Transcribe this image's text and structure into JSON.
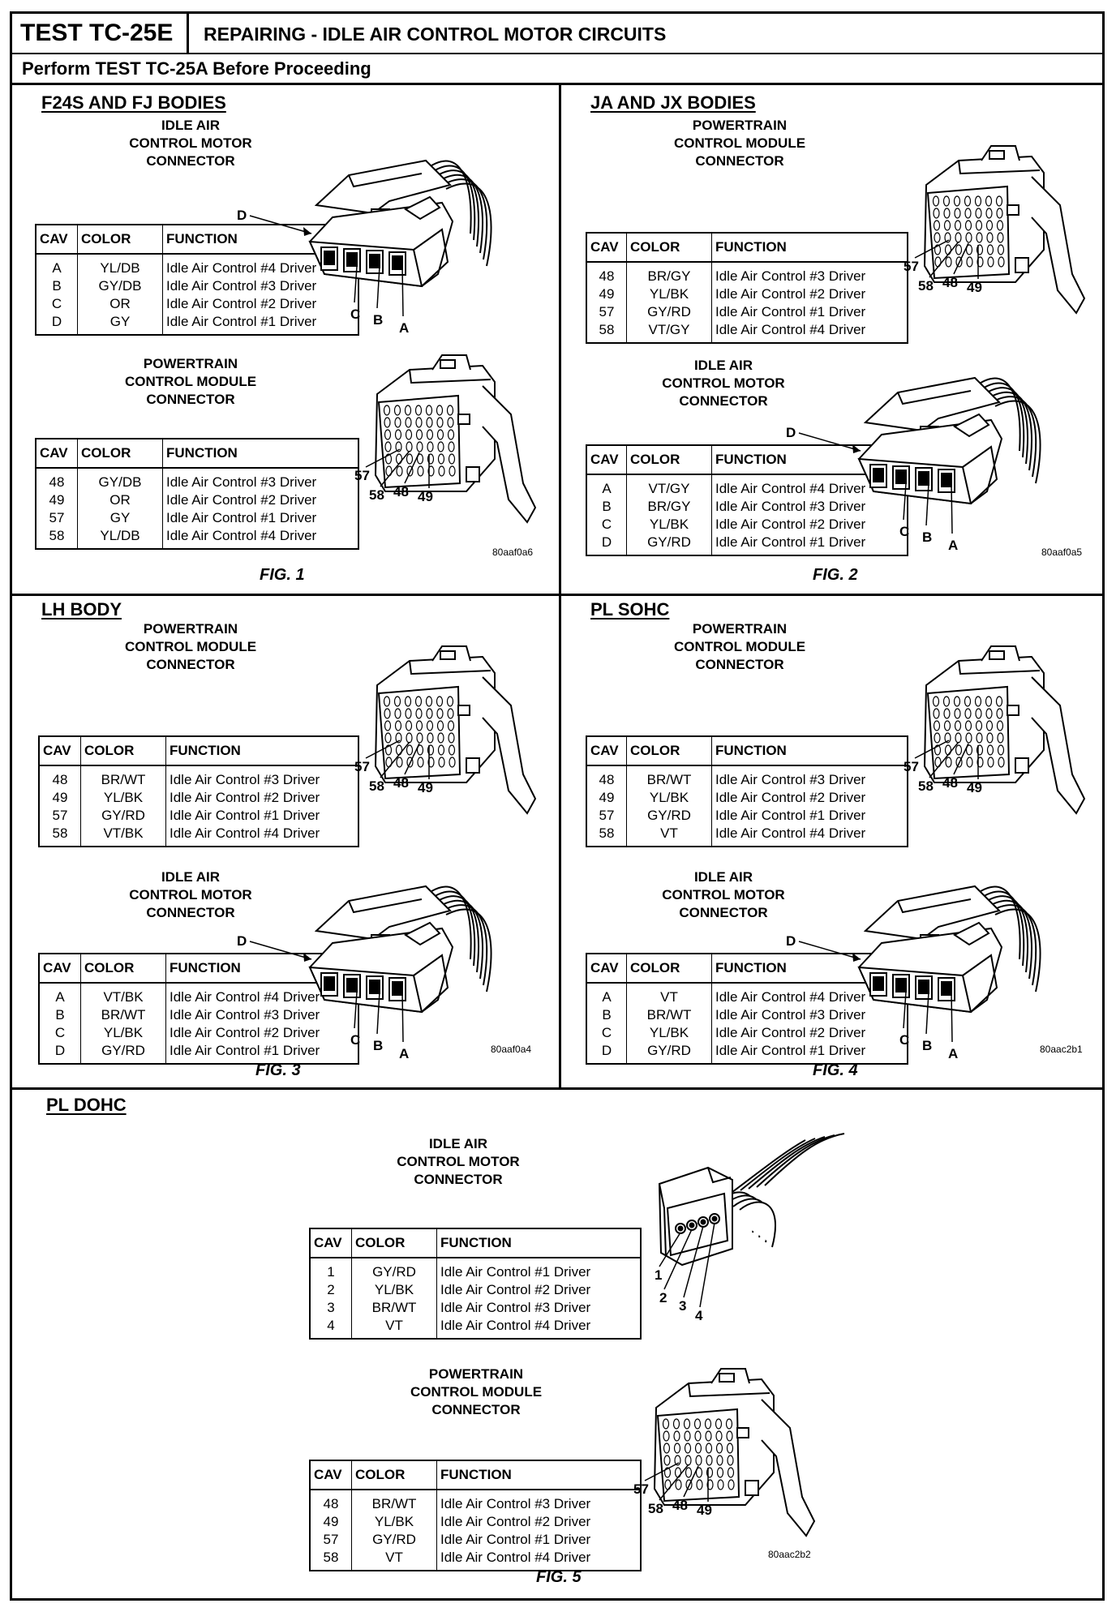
{
  "header": {
    "test_id": "TEST TC-25E",
    "title": "REPAIRING - IDLE AIR CONTROL MOTOR CIRCUITS",
    "subtitle": "Perform TEST TC-25A Before Proceeding"
  },
  "panels": [
    {
      "title": "F24S AND FJ BODIES",
      "fig": "FIG. 1",
      "code": "80aaf0a6",
      "connectors": [
        {
          "label": "IDLE AIR\nCONTROL MOTOR\nCONNECTOR",
          "headers": [
            "CAV",
            "COLOR",
            "FUNCTION"
          ],
          "rows": [
            [
              "A",
              "YL/DB",
              "Idle Air Control #4 Driver"
            ],
            [
              "B",
              "GY/DB",
              "Idle Air Control #3 Driver"
            ],
            [
              "C",
              "OR",
              "Idle Air Control #2 Driver"
            ],
            [
              "D",
              "GY",
              "Idle Air Control #1 Driver"
            ]
          ],
          "pins": [
            "D",
            "C",
            "B",
            "A"
          ]
        },
        {
          "label": "POWERTRAIN\nCONTROL MODULE\nCONNECTOR",
          "headers": [
            "CAV",
            "COLOR",
            "FUNCTION"
          ],
          "rows": [
            [
              "48",
              "GY/DB",
              "Idle Air Control #3 Driver"
            ],
            [
              "49",
              "OR",
              "Idle Air Control #2 Driver"
            ],
            [
              "57",
              "GY",
              "Idle Air Control #1 Driver"
            ],
            [
              "58",
              "YL/DB",
              "Idle Air Control #4 Driver"
            ]
          ],
          "pins": [
            "57",
            "58",
            "48",
            "49"
          ]
        }
      ]
    },
    {
      "title": "JA AND JX BODIES",
      "fig": "FIG. 2",
      "code": "80aaf0a5",
      "connectors": [
        {
          "label": "POWERTRAIN\nCONTROL MODULE\nCONNECTOR",
          "headers": [
            "CAV",
            "COLOR",
            "FUNCTION"
          ],
          "rows": [
            [
              "48",
              "BR/GY",
              "Idle Air Control #3 Driver"
            ],
            [
              "49",
              "YL/BK",
              "Idle Air Control #2 Driver"
            ],
            [
              "57",
              "GY/RD",
              "Idle Air Control #1 Driver"
            ],
            [
              "58",
              "VT/GY",
              "Idle Air Control #4 Driver"
            ]
          ],
          "pins": [
            "57",
            "58",
            "48",
            "49"
          ]
        },
        {
          "label": "IDLE AIR\nCONTROL MOTOR\nCONNECTOR",
          "headers": [
            "CAV",
            "COLOR",
            "FUNCTION"
          ],
          "rows": [
            [
              "A",
              "VT/GY",
              "Idle Air Control #4 Driver"
            ],
            [
              "B",
              "BR/GY",
              "Idle Air Control #3 Driver"
            ],
            [
              "C",
              "YL/BK",
              "Idle Air Control #2 Driver"
            ],
            [
              "D",
              "GY/RD",
              "Idle Air Control #1 Driver"
            ]
          ],
          "pins": [
            "D",
            "C",
            "B",
            "A"
          ]
        }
      ]
    },
    {
      "title": "LH BODY",
      "fig": "FIG. 3",
      "code": "80aaf0a4",
      "connectors": [
        {
          "label": "POWERTRAIN\nCONTROL MODULE\nCONNECTOR",
          "headers": [
            "CAV",
            "COLOR",
            "FUNCTION"
          ],
          "rows": [
            [
              "48",
              "BR/WT",
              "Idle Air Control #3 Driver"
            ],
            [
              "49",
              "YL/BK",
              "Idle Air Control #2 Driver"
            ],
            [
              "57",
              "GY/RD",
              "Idle Air Control #1 Driver"
            ],
            [
              "58",
              "VT/BK",
              "Idle Air Control #4 Driver"
            ]
          ],
          "pins": [
            "57",
            "58",
            "48",
            "49"
          ]
        },
        {
          "label": "IDLE AIR\nCONTROL MOTOR\nCONNECTOR",
          "headers": [
            "CAV",
            "COLOR",
            "FUNCTION"
          ],
          "rows": [
            [
              "A",
              "VT/BK",
              "Idle Air Control #4 Driver"
            ],
            [
              "B",
              "BR/WT",
              "Idle Air Control #3 Driver"
            ],
            [
              "C",
              "YL/BK",
              "Idle Air Control #2 Driver"
            ],
            [
              "D",
              "GY/RD",
              "Idle Air Control #1 Driver"
            ]
          ],
          "pins": [
            "D",
            "C",
            "B",
            "A"
          ]
        }
      ]
    },
    {
      "title": "PL SOHC",
      "fig": "FIG. 4",
      "code": "80aac2b1",
      "connectors": [
        {
          "label": "POWERTRAIN\nCONTROL MODULE\nCONNECTOR",
          "headers": [
            "CAV",
            "COLOR",
            "FUNCTION"
          ],
          "rows": [
            [
              "48",
              "BR/WT",
              "Idle Air Control #3 Driver"
            ],
            [
              "49",
              "YL/BK",
              "Idle Air Control #2 Driver"
            ],
            [
              "57",
              "GY/RD",
              "Idle Air Control #1 Driver"
            ],
            [
              "58",
              "VT",
              "Idle Air Control #4 Driver"
            ]
          ],
          "pins": [
            "57",
            "58",
            "48",
            "49"
          ]
        },
        {
          "label": "IDLE AIR\nCONTROL MOTOR\nCONNECTOR",
          "headers": [
            "CAV",
            "COLOR",
            "FUNCTION"
          ],
          "rows": [
            [
              "A",
              "VT",
              "Idle Air Control #4 Driver"
            ],
            [
              "B",
              "BR/WT",
              "Idle Air Control #3 Driver"
            ],
            [
              "C",
              "YL/BK",
              "Idle Air Control #2 Driver"
            ],
            [
              "D",
              "GY/RD",
              "Idle Air Control #1 Driver"
            ]
          ],
          "pins": [
            "D",
            "C",
            "B",
            "A"
          ]
        }
      ]
    },
    {
      "title": "PL DOHC",
      "fig": "FIG. 5",
      "code": "80aac2b2",
      "connectors": [
        {
          "label": "IDLE AIR\nCONTROL MOTOR\nCONNECTOR",
          "headers": [
            "CAV",
            "COLOR",
            "FUNCTION"
          ],
          "rows": [
            [
              "1",
              "GY/RD",
              "Idle Air Control #1 Driver"
            ],
            [
              "2",
              "YL/BK",
              "Idle Air Control #2 Driver"
            ],
            [
              "3",
              "BR/WT",
              "Idle Air Control #3 Driver"
            ],
            [
              "4",
              "VT",
              "Idle Air Control #4 Driver"
            ]
          ],
          "pins": [
            "1",
            "2",
            "3",
            "4"
          ]
        },
        {
          "label": "POWERTRAIN\nCONTROL MODULE\nCONNECTOR",
          "headers": [
            "CAV",
            "COLOR",
            "FUNCTION"
          ],
          "rows": [
            [
              "48",
              "BR/WT",
              "Idle Air Control #3 Driver"
            ],
            [
              "49",
              "YL/BK",
              "Idle Air Control #2 Driver"
            ],
            [
              "57",
              "GY/RD",
              "Idle Air Control #1 Driver"
            ],
            [
              "58",
              "VT",
              "Idle Air Control #4 Driver"
            ]
          ],
          "pins": [
            "57",
            "58",
            "48",
            "49"
          ]
        }
      ]
    }
  ]
}
